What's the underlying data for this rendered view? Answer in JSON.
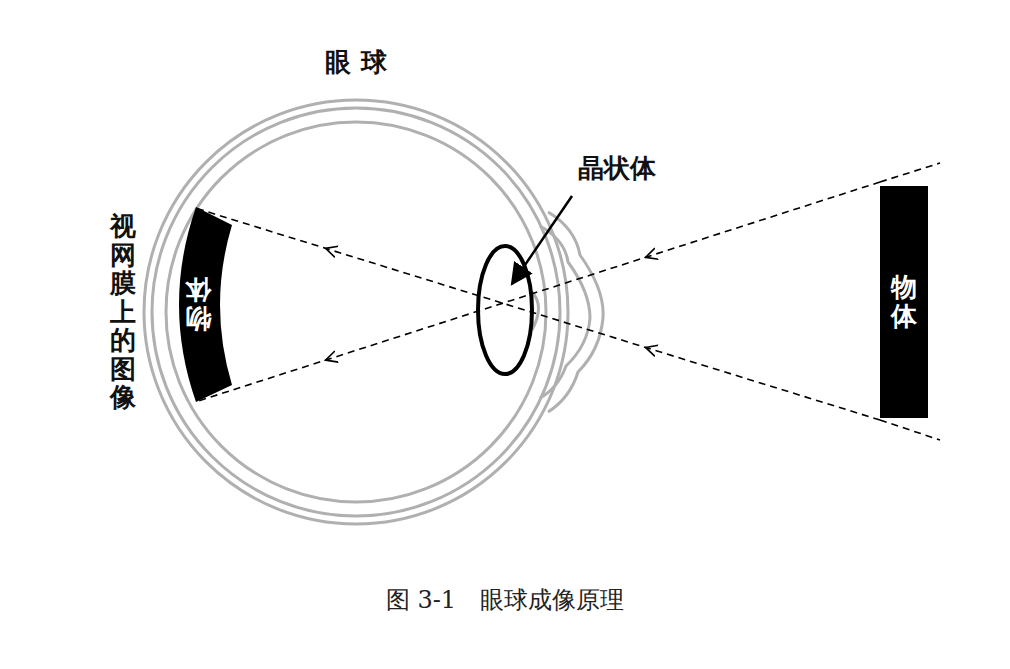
{
  "diagram": {
    "caption": "图 3-1　眼球成像原理",
    "nodes": [
      {
        "text": [
          "物体"
        ]
      },
      {
        "text": [
          "物体"
        ]
      }
    ],
    "edges": [
      {
        "from": 0,
        "to": 1,
        "arrow": "to"
      },
      {
        "from": 0,
        "to": 1,
        "arrow": "to"
      }
    ],
    "labels": [
      "眼 球",
      "晶状体",
      "视网膜上的图像"
    ]
  }
}
